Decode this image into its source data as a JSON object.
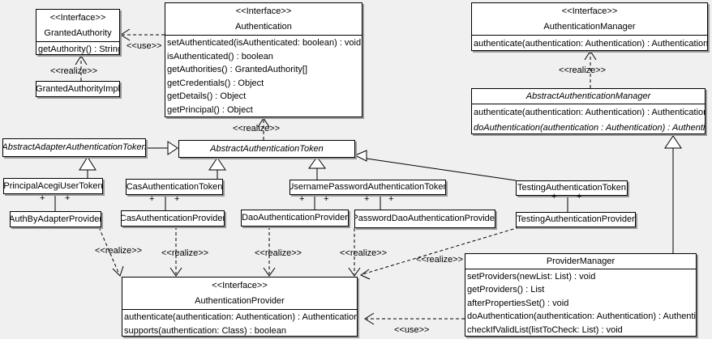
{
  "diagram": {
    "labels": {
      "realize": "<<realize>>",
      "use": "<<use>>",
      "plus": "+"
    },
    "classes": {
      "granted_authority": {
        "stereotype": "<<Interface>>",
        "name": "GrantedAuthority",
        "methods": [
          "getAuthority() : String"
        ]
      },
      "granted_authority_impl": {
        "name": "GrantedAuthorityImpl"
      },
      "authentication": {
        "stereotype": "<<Interface>>",
        "name": "Authentication",
        "methods": [
          "setAuthenticated(isAuthenticated: boolean) : void",
          "isAuthenticated() : boolean",
          "getAuthorities() : GrantedAuthority[]",
          "getCredentials() : Object",
          "getDetails() : Object",
          "getPrincipal() : Object"
        ]
      },
      "authentication_manager": {
        "stereotype": "<<Interface>>",
        "name": "AuthenticationManager",
        "methods": [
          "authenticate(authentication: Authentication) : Authentication"
        ]
      },
      "abstract_authentication_manager": {
        "name": "AbstractAuthenticationManager",
        "methods": [
          "authenticate(authentication: Authentication) : Authentication",
          "doAuthentication(authentication : Authentication) : Authentication"
        ]
      },
      "abstract_adapter_authentication_token": {
        "name": "AbstractAdapterAuthenticationToken"
      },
      "abstract_authentication_token": {
        "name": "AbstractAuthenticationToken"
      },
      "principal_acegi_user_token": {
        "name": "PrincipalAcegiUserToken"
      },
      "cas_authentication_token": {
        "name": "CasAuthenticationToken"
      },
      "username_password_authentication_token": {
        "name": "UsernamePasswordAuthenticationToken"
      },
      "testing_authentication_token": {
        "name": "TestingAuthenticationToken"
      },
      "auth_by_adapter_provider": {
        "name": "AuthByAdapterProvider"
      },
      "cas_authentication_provider": {
        "name": "CasAuthenticationProvider"
      },
      "dao_authentication_provider": {
        "name": "DaoAuthenticationProvider"
      },
      "password_dao_authentication_provider": {
        "name": "PasswordDaoAuthenticationProvider"
      },
      "testing_authentication_provider": {
        "name": "TestingAuthenticationProvider"
      },
      "authentication_provider": {
        "stereotype": "<<Interface>>",
        "name": "AuthenticationProvider",
        "methods": [
          "authenticate(authentication: Authentication) : Authentication",
          "supports(authentication: Class) : boolean"
        ]
      },
      "provider_manager": {
        "name": "ProviderManager",
        "methods": [
          "setProviders(newList: List) : void",
          "getProviders() : List",
          "afterPropertiesSet() : void",
          "doAuthentication(authentication: Authentication) : Authentication",
          "checkIfValidList(listToCheck: List) : void"
        ]
      }
    }
  }
}
